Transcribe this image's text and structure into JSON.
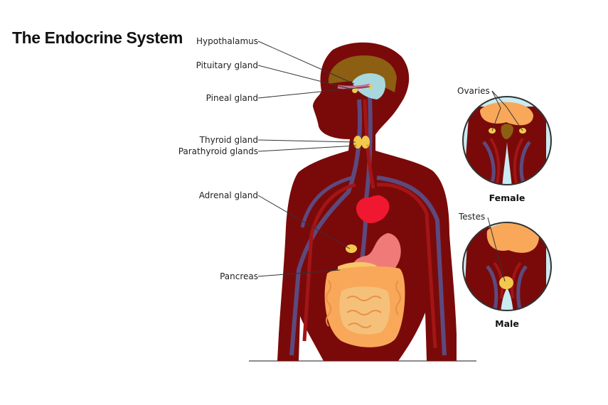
{
  "title": "The Endocrine System",
  "labels": {
    "hypothalamus": "Hypothalamus",
    "pituitary": "Pituitary gland",
    "pineal": "Pineal gland",
    "thyroid": "Thyroid gland",
    "parathyroid": "Parathyroid glands",
    "adrenal": "Adrenal gland",
    "pancreas": "Pancreas",
    "ovaries": "Ovaries",
    "female": "Female",
    "testes": "Testes",
    "male": "Male"
  },
  "colors": {
    "body": "#7a0a0a",
    "vein": "#5c4a7e",
    "artery": "#a31515",
    "brain": "#8c5f12",
    "gland": "#f2c94c",
    "heart": "#f01830",
    "stomach": "#f07a78",
    "intestine": "#f8a858",
    "inset_bg": "#c8ecf2"
  }
}
